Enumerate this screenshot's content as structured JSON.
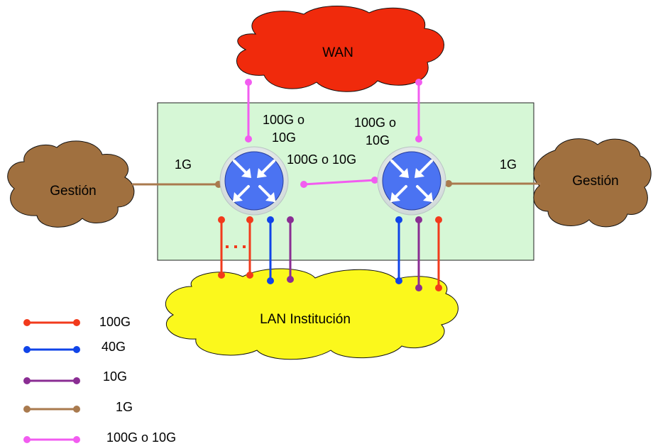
{
  "colors": {
    "c100g": "#f23a1c",
    "c40g": "#1044e8",
    "c10g": "#8a2d93",
    "c1g": "#a97a4e",
    "c100g_or_10g": "#f25cf0",
    "wan_cloud": "#f02a0c",
    "gestion_cloud": "#a0703f",
    "lan_cloud": "#fbf81c",
    "box_fill": "#d6f7d6",
    "router_fill": "#4b73f2"
  },
  "clouds": {
    "wan": "WAN",
    "gestion_left": "Gestión",
    "gestion_right": "Gestión",
    "lan": "LAN Institución"
  },
  "link_labels": {
    "left_uplink_line1": "100G o",
    "left_uplink_line2": "10G",
    "right_uplink_line1": "100G o",
    "right_uplink_line2": "10G",
    "interlink": "100G o 10G",
    "left_mgmt": "1G",
    "right_mgmt": "1G"
  },
  "icons": {
    "router": "router-arrows-icon",
    "ellipsis": "ellipsis-dots"
  },
  "legend": [
    {
      "label": "100G",
      "color_key": "c100g"
    },
    {
      "label": "40G",
      "color_key": "c40g"
    },
    {
      "label": "10G",
      "color_key": "c10g"
    },
    {
      "label": "1G",
      "color_key": "c1g"
    },
    {
      "label": "100G o 10G",
      "color_key": "c100g_or_10g"
    }
  ]
}
